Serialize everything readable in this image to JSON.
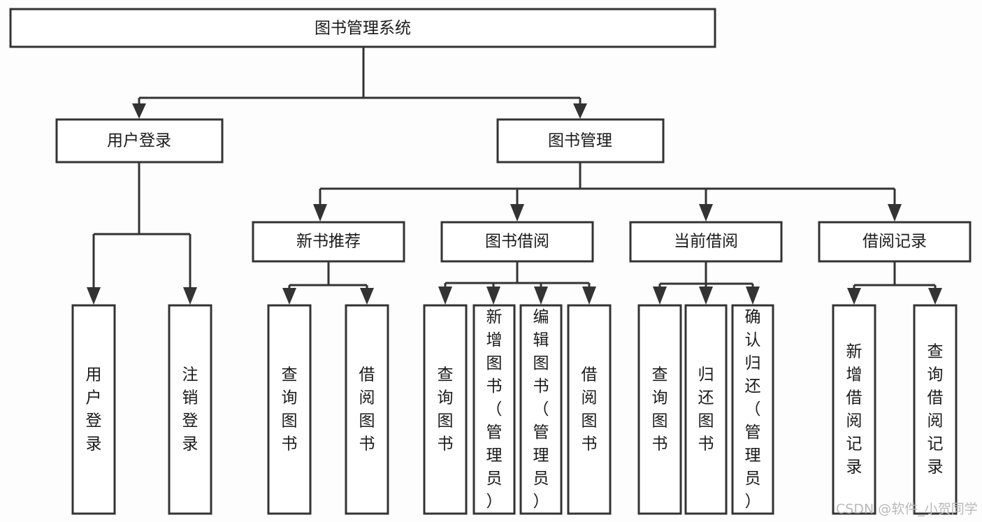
{
  "diagram": {
    "title": "图书管理系统",
    "type": "tree-hierarchy",
    "background_color": "#fdfdfd",
    "line_color": "#333333",
    "box_fill": "#ffffff",
    "text_color": "#1a1a1a"
  },
  "watermark": {
    "text": "CSDN @软件_小贺同学",
    "color": "#b9b9b9"
  },
  "nodes": {
    "root": {
      "label": "图书管理系统",
      "level": 0,
      "orientation": "horizontal"
    },
    "l1": [
      {
        "id": "user-login",
        "label": "用户登录",
        "level": 1,
        "orientation": "horizontal"
      },
      {
        "id": "book-manage",
        "label": "图书管理",
        "level": 1,
        "orientation": "horizontal"
      }
    ],
    "l2": [
      {
        "id": "new-book-recommend",
        "label": "新书推荐",
        "level": 2,
        "orientation": "horizontal"
      },
      {
        "id": "book-borrow",
        "label": "图书借阅",
        "level": 2,
        "orientation": "horizontal"
      },
      {
        "id": "current-borrow",
        "label": "当前借阅",
        "level": 2,
        "orientation": "horizontal"
      },
      {
        "id": "borrow-record",
        "label": "借阅记录",
        "level": 2,
        "orientation": "horizontal"
      }
    ],
    "leaves": {
      "user-login": [
        {
          "id": "leaf-user-login",
          "label": "用户登录",
          "orientation": "vertical"
        },
        {
          "id": "leaf-logout",
          "label": "注销登录",
          "orientation": "vertical"
        }
      ],
      "new-book-recommend": [
        {
          "id": "leaf-query-book-1",
          "label": "查询图书",
          "orientation": "vertical"
        },
        {
          "id": "leaf-borrow-book-1",
          "label": "借阅图书",
          "orientation": "vertical"
        }
      ],
      "book-borrow": [
        {
          "id": "leaf-query-book-2",
          "label": "查询图书",
          "orientation": "vertical"
        },
        {
          "id": "leaf-add-book",
          "label": "新增图书（管理员）",
          "orientation": "vertical"
        },
        {
          "id": "leaf-edit-book",
          "label": "编辑图书（管理员）",
          "orientation": "vertical"
        },
        {
          "id": "leaf-borrow-book-2",
          "label": "借阅图书",
          "orientation": "vertical"
        }
      ],
      "current-borrow": [
        {
          "id": "leaf-query-book-3",
          "label": "查询图书",
          "orientation": "vertical"
        },
        {
          "id": "leaf-return-book",
          "label": "归还图书",
          "orientation": "vertical"
        },
        {
          "id": "leaf-confirm-return",
          "label": "确认归还（管理员）",
          "orientation": "vertical"
        }
      ],
      "borrow-record": [
        {
          "id": "leaf-add-record",
          "label": "新增借阅记录",
          "orientation": "vertical"
        },
        {
          "id": "leaf-query-record",
          "label": "查询借阅记录",
          "orientation": "vertical"
        }
      ]
    }
  }
}
